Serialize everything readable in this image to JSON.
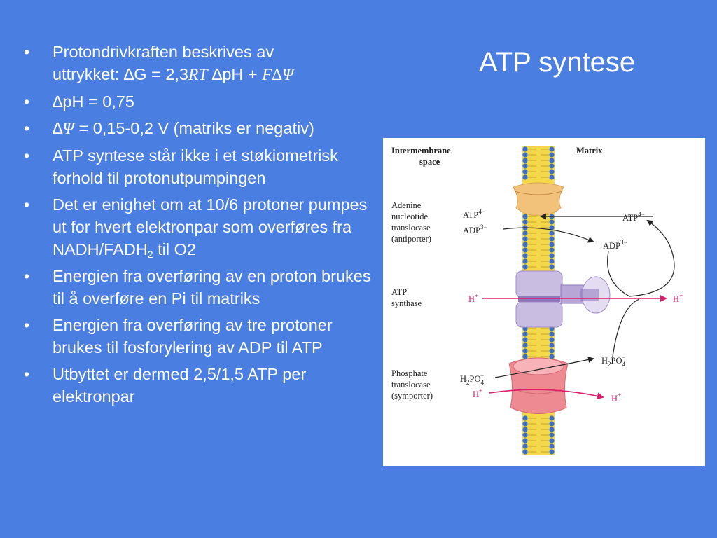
{
  "slide": {
    "title": "ATP syntese",
    "bullet_char": "•",
    "bullets": [
      {
        "line1": "Protondrivkraften beskrives av",
        "l2a": "uttrykket: ∆G = 2,3",
        "l2b": "RT",
        "l2c": " ∆pH + ",
        "l2d": "F∆Ψ"
      },
      {
        "text": " ∆pH = 0,75"
      },
      {
        "a": " ∆",
        "b": "Ψ",
        "c": " = 0,15-0,2 V (matriks er negativ)"
      },
      {
        "text": " ATP syntese står ikke i et støkiometrisk forhold til protonutpumpingen"
      },
      {
        "a": "  Det er enighet om at 10/6 protoner pumpes ut for hvert elektronpar som overføres fra NADH/FADH",
        "sub": "2",
        "c": " til O2"
      },
      {
        "text": "  Energien fra overføring av en proton brukes til å overføre en Pi til matriks"
      },
      {
        "text": "  Energien fra overføring av tre protoner brukes til fosforylering av ADP til ATP"
      },
      {
        "text": "  Utbyttet er dermed 2,5/1,5 ATP per elektronpar"
      }
    ]
  },
  "figure": {
    "intermembrane_line1": "Intermembrane",
    "intermembrane_line2": "space",
    "matrix": "Matrix",
    "adenine": [
      "Adenine",
      "nucleotide",
      "translocase",
      "(antiporter)"
    ],
    "atp_synthase": [
      "ATP",
      "synthase"
    ],
    "phosphate": [
      "Phosphate",
      "translocase",
      "(symporter)"
    ],
    "atp": "ATP",
    "atp_sup": "4−",
    "adp": "ADP",
    "adp_sup": "3−",
    "h": "H",
    "h_sup": "+",
    "h2po4_h2": "H",
    "h2po4_sub2": "2",
    "h2po4_po": "PO",
    "h2po4_sub4": "4",
    "h2po4_sup": "−"
  },
  "colors": {
    "background": "#4a7ee0",
    "text": "#ffffff",
    "proton_arrow": "#d8206c",
    "lipid_head": "#3a6fc6",
    "lipid_tail": "#f4d84a",
    "antiporter": "#f2c27a",
    "synthase": "#b7a6d6",
    "symporter": "#ee8a92"
  }
}
